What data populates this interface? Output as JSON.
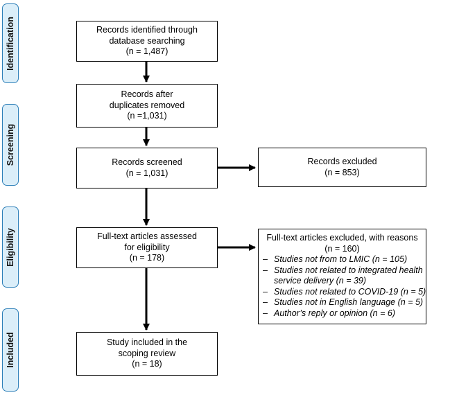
{
  "phases": [
    {
      "label": "Identification"
    },
    {
      "label": "Screening"
    },
    {
      "label": "Eligibility"
    },
    {
      "label": "Included"
    }
  ],
  "boxes": {
    "identified": {
      "lines": [
        "Records identified through",
        "database searching",
        "(n = 1,487)"
      ]
    },
    "after_duplicates": {
      "lines": [
        "Records after",
        "duplicates removed",
        "(n =1,031)"
      ]
    },
    "screened": {
      "lines": [
        "Records screened",
        "(n = 1,031)"
      ]
    },
    "excluded": {
      "lines": [
        "Records excluded",
        "(n = 853)"
      ]
    },
    "fulltext": {
      "lines": [
        "Full-text articles assessed",
        "for eligibility",
        "(n = 178)"
      ]
    },
    "fulltext_excluded": {
      "heading": [
        "Full-text articles excluded, with reasons",
        "(n = 160)"
      ],
      "bullet": "–",
      "reasons": [
        {
          "lines": [
            "Studies not from to LMIC (n = 105)"
          ]
        },
        {
          "lines": [
            "Studies not related to integrated health",
            "service delivery (n = 39)"
          ]
        },
        {
          "lines": [
            "Studies not related to COVID-19 (n = 5)"
          ]
        },
        {
          "lines": [
            "Studies not in English language (n = 5)"
          ]
        },
        {
          "lines": [
            "Author’s reply or opinion (n = 6)"
          ]
        }
      ]
    },
    "included": {
      "lines": [
        "Study included in the",
        "scoping review",
        "(n = 18)"
      ]
    }
  },
  "colors": {
    "phase_fill": "#dbeef9",
    "phase_border": "#2d7fb8",
    "line": "#000000"
  }
}
